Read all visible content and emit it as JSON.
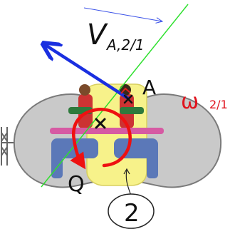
{
  "labels": {
    "velocity_main": "V",
    "velocity_sub": "A,2/1",
    "point_a": "A",
    "omega_symbol": "ω",
    "omega_sub": "2/1",
    "point_q": "Q",
    "part_number": "2"
  },
  "colors": {
    "velocity_vector": "#1a2fe0",
    "direction_hint": "#3b52e8",
    "radius_line": "#2ee02e",
    "rotation_arrow": "#ee1111",
    "omega_text": "#e0141e",
    "body_fill": "#c9c9c9",
    "body_outline": "#7a7a7a",
    "seat_fill": "#f7f28a",
    "text": "#111111"
  }
}
